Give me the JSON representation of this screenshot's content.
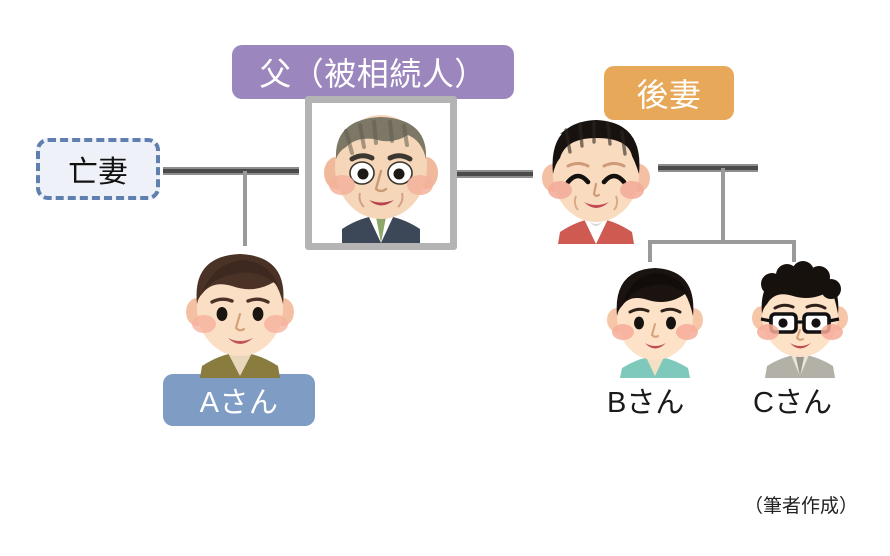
{
  "diagram": {
    "title_labels": {
      "father": "父（被相続人）",
      "second_wife": "後妻",
      "deceased_wife": "亡妻",
      "child_a": "Aさん",
      "child_b": "Bさん",
      "child_c": "Cさん"
    },
    "credit": "（筆者作成）",
    "colors": {
      "purple": "#9b86bd",
      "orange": "#e8a85a",
      "blue": "#7f9cc4",
      "dashed_border": "#5f7fae",
      "dashed_fill": "#eef2f8",
      "line_dark": "#4a4a4a",
      "line_light": "#9a9a9a",
      "frame_gray": "#b4b4b4",
      "background": "#ffffff",
      "caption_text": "#1a1a1a"
    },
    "people": [
      {
        "id": "deceased-wife",
        "label": "亡妻",
        "kind": "text-box",
        "note": "dashed box, no portrait"
      },
      {
        "id": "father",
        "label": "父（被相続人）",
        "kind": "framed-portrait",
        "hair": "gray-brown",
        "clothing": "navy suit with green tie"
      },
      {
        "id": "second-wife",
        "label": "後妻",
        "kind": "avatar",
        "hair": "black",
        "clothing": "red collar"
      },
      {
        "id": "child-a",
        "label": "Aさん",
        "kind": "avatar",
        "hair": "dark brown",
        "clothing": "olive shirt"
      },
      {
        "id": "child-b",
        "label": "Bさん",
        "kind": "avatar",
        "hair": "black bowl cut",
        "clothing": "mint green shirt"
      },
      {
        "id": "child-c",
        "label": "Cさん",
        "kind": "avatar",
        "hair": "black curly",
        "accessory": "black glasses",
        "clothing": "gray shirt"
      }
    ],
    "relations": [
      {
        "type": "marriage",
        "from": "deceased-wife",
        "to": "father"
      },
      {
        "type": "marriage",
        "from": "father",
        "to": "second-wife"
      },
      {
        "type": "child",
        "parents": "deceased-wife + father",
        "child": "child-a"
      },
      {
        "type": "child",
        "parents": "second-wife",
        "child": "child-b"
      },
      {
        "type": "child",
        "parents": "second-wife",
        "child": "child-c"
      }
    ]
  }
}
